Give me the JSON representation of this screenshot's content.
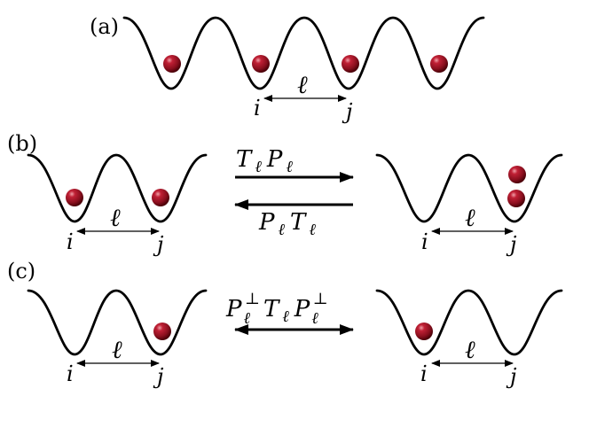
{
  "panels": {
    "a": {
      "label": "(a)",
      "site_i": "i",
      "site_j": "j",
      "distance": "ℓ"
    },
    "b": {
      "label": "(b)",
      "left": {
        "site_i": "i",
        "site_j": "j",
        "distance": "ℓ"
      },
      "right": {
        "site_i": "i",
        "site_j": "j",
        "distance": "ℓ"
      },
      "forward_op": {
        "o1": "T",
        "s1": "ℓ",
        "o2": "P",
        "s2": "ℓ"
      },
      "backward_op": {
        "o1": "P",
        "s1": "ℓ",
        "o2": "T",
        "s2": "ℓ"
      }
    },
    "c": {
      "label": "(c)",
      "left": {
        "site_i": "i",
        "site_j": "j",
        "distance": "ℓ"
      },
      "right": {
        "site_i": "i",
        "site_j": "j",
        "distance": "ℓ"
      },
      "op": {
        "o1": "P",
        "s1": "ℓ",
        "p1": "⊥",
        "o2": "T",
        "s2": "ℓ",
        "o3": "P",
        "s3": "ℓ",
        "p3": "⊥"
      }
    }
  },
  "colors": {
    "particle": "#8a0f1e",
    "particle_highlight": "#e0707a",
    "line": "#000000"
  }
}
